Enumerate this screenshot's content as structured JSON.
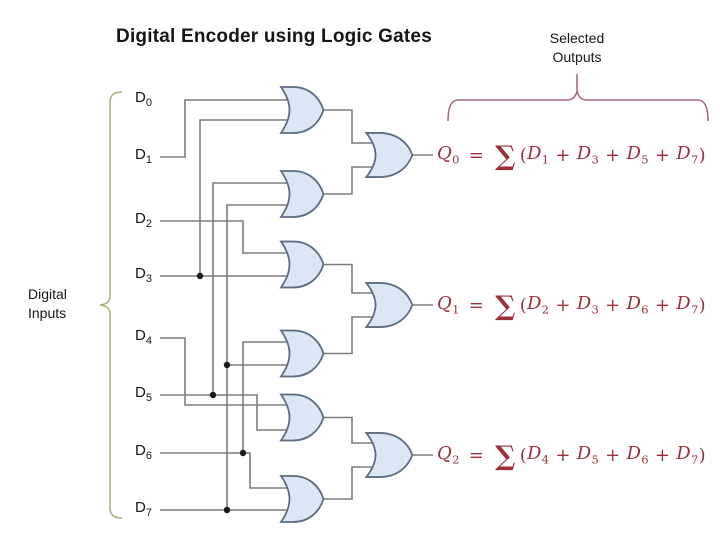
{
  "title": "Digital Encoder using Logic Gates",
  "labels": {
    "inputs_group": [
      "Digital",
      "Inputs"
    ],
    "outputs_group": [
      "Selected",
      "Outputs"
    ]
  },
  "inputs": [
    {
      "base": "D",
      "sub": "0"
    },
    {
      "base": "D",
      "sub": "1"
    },
    {
      "base": "D",
      "sub": "2"
    },
    {
      "base": "D",
      "sub": "3"
    },
    {
      "base": "D",
      "sub": "4"
    },
    {
      "base": "D",
      "sub": "5"
    },
    {
      "base": "D",
      "sub": "6"
    },
    {
      "base": "D",
      "sub": "7"
    }
  ],
  "outputs": [
    {
      "base": "Q",
      "sub": "0",
      "terms": [
        {
          "base": "D",
          "sub": "1"
        },
        {
          "base": "D",
          "sub": "3"
        },
        {
          "base": "D",
          "sub": "5"
        },
        {
          "base": "D",
          "sub": "7"
        }
      ]
    },
    {
      "base": "Q",
      "sub": "1",
      "terms": [
        {
          "base": "D",
          "sub": "2"
        },
        {
          "base": "D",
          "sub": "3"
        },
        {
          "base": "D",
          "sub": "6"
        },
        {
          "base": "D",
          "sub": "7"
        }
      ]
    },
    {
      "base": "Q",
      "sub": "2",
      "terms": [
        {
          "base": "D",
          "sub": "4"
        },
        {
          "base": "D",
          "sub": "5"
        },
        {
          "base": "D",
          "sub": "6"
        },
        {
          "base": "D",
          "sub": "7"
        }
      ]
    }
  ],
  "symbols": {
    "equals": "=",
    "sigma": "∑",
    "plus": "+",
    "open_paren": "(",
    "close_paren": ")"
  },
  "gates": {
    "type": "OR",
    "first_stage_count": 6,
    "second_stage_count": 3
  },
  "colors": {
    "gate_fill": "#dce6f4",
    "gate_stroke": "#5c6d80",
    "wire": "#7c7c7c",
    "eq": "#9e2f38",
    "brace_left": "#a9b284",
    "brace_right": "#b06a76",
    "text": "#161616"
  }
}
